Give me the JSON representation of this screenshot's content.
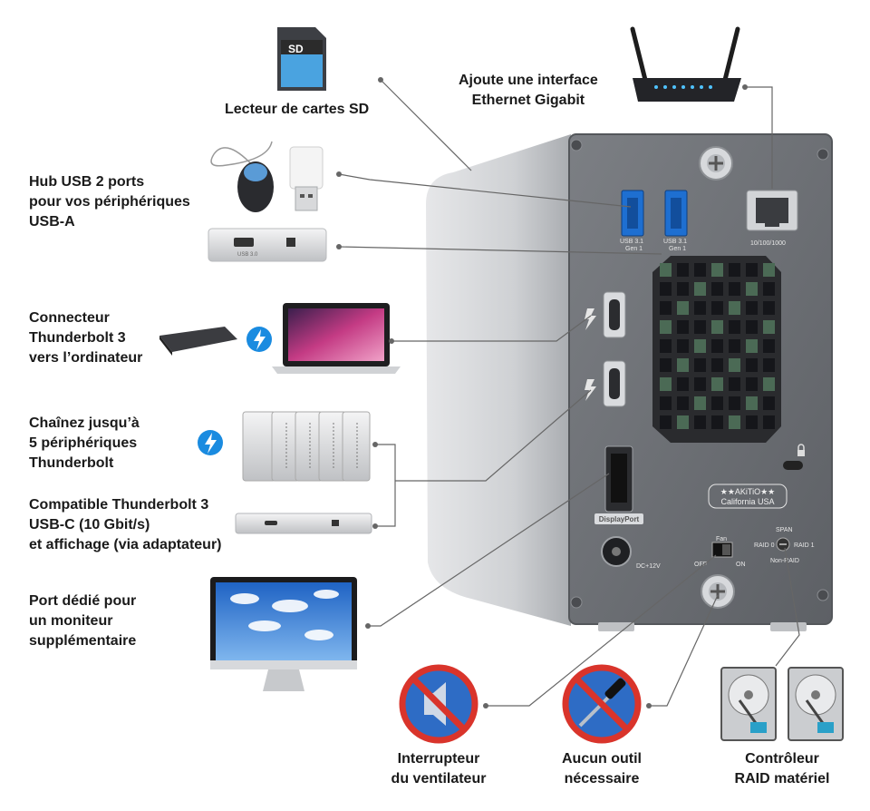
{
  "labels": {
    "sd_reader": [
      "Lecteur de cartes SD"
    ],
    "ethernet": [
      "Ajoute une interface",
      "Ethernet Gigabit"
    ],
    "usb_hub": [
      "Hub USB 2 ports",
      "pour vos périphériques",
      "USB-A"
    ],
    "thunderbolt_computer": [
      "Connecteur",
      "Thunderbolt 3",
      "vers l’ordinateur"
    ],
    "daisy_chain": [
      "Chaînez jusqu’à",
      "5 périphériques",
      "Thunderbolt"
    ],
    "usbc_compat": [
      "Compatible Thunderbolt 3",
      "USB-C (10 Gbit/s)",
      "et affichage (via adaptateur)"
    ],
    "monitor_port": [
      "Port dédié pour",
      "un moniteur",
      "supplémentaire"
    ],
    "fan_switch": [
      "Interrupteur",
      "du ventilateur"
    ],
    "no_tool": [
      "Aucun outil",
      "nécessaire"
    ],
    "raid": [
      "Contrôleur",
      "RAID matériel"
    ]
  },
  "panel_text": {
    "usb1": [
      "USB 3.1",
      "Gen 1"
    ],
    "usb2": [
      "USB 3.1",
      "Gen 1"
    ],
    "ethernet_speed": "10/100/1000",
    "brand_line1": "★★AKiTiO★★",
    "brand_line2": "California USA",
    "displayport": "DisplayPort",
    "dc": "DC+12V",
    "fan": "Fan",
    "off": "OFF",
    "on": "ON",
    "span": "SPAN",
    "raid0": "RAID 0",
    "raid1": "RAID 1",
    "nonraid": "Non-RAID",
    "sd_card": "SD",
    "usb_label": "USB 3.0"
  },
  "colors": {
    "enclosure": "#c8cacd",
    "panel": "#6e7176",
    "usb_blue": "#1e6fd1",
    "thunderbolt": "#1a8be0",
    "prohibit_red": "#d9342b",
    "prohibit_bg": "#3a73c6",
    "connector_line": "#666666"
  }
}
